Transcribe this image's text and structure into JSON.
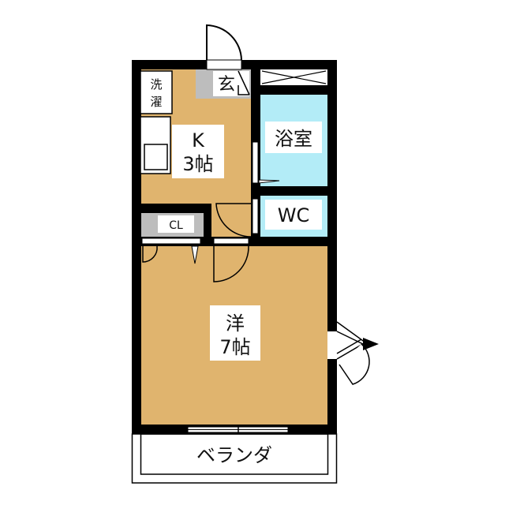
{
  "colors": {
    "wall": "#000000",
    "western_floor": "#e0b46e",
    "wet_area": "#b3ecf7",
    "storage": "#bdbdbd",
    "background": "#ffffff"
  },
  "rooms": {
    "laundry": {
      "line1": "洗",
      "line2": "濯"
    },
    "kitchen": {
      "name": "K",
      "size": "3帖"
    },
    "entrance": {
      "name": "玄"
    },
    "bath": {
      "name": "浴室"
    },
    "toilet": {
      "name": "WC"
    },
    "closet": {
      "name": "CL"
    },
    "western": {
      "name": "洋",
      "size": "7帖"
    },
    "balcony": {
      "name": "ベランダ"
    }
  }
}
